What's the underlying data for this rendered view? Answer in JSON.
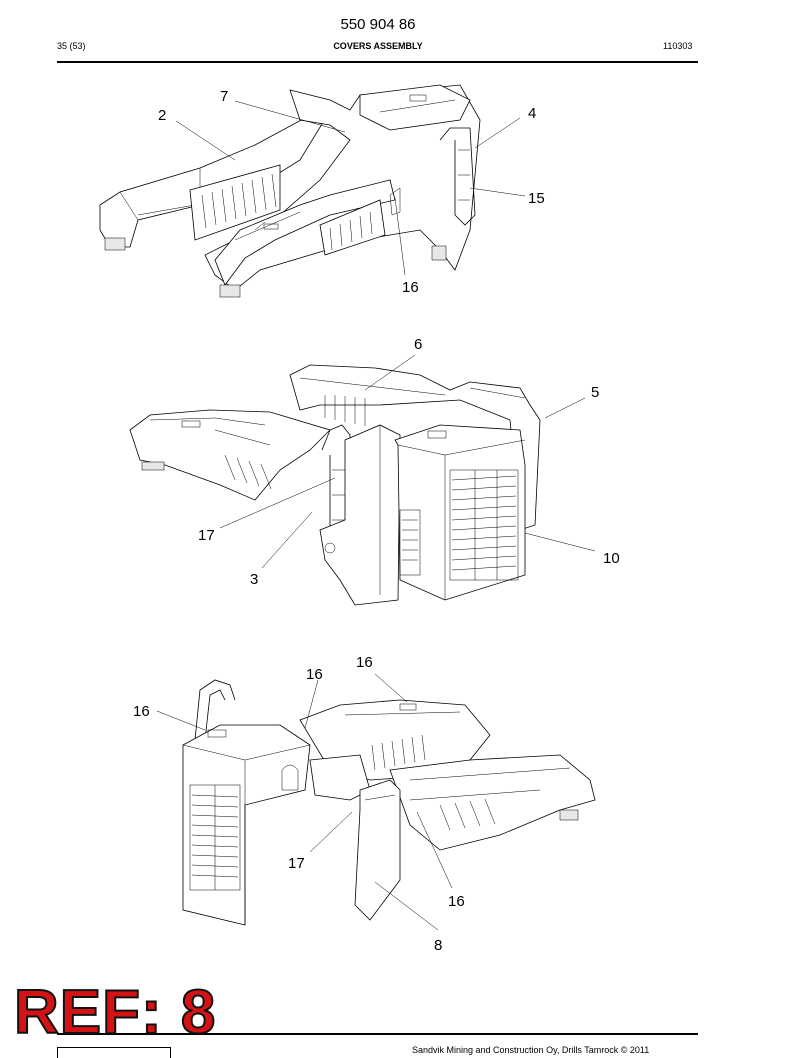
{
  "header": {
    "doc_number": "550 904 86",
    "page": "35 (53)",
    "title": "COVERS ASSEMBLY",
    "code": "110303"
  },
  "views": [
    {
      "name": "view-top",
      "callouts": [
        "7",
        "2",
        "4",
        "15",
        "16"
      ]
    },
    {
      "name": "view-middle",
      "callouts": [
        "6",
        "5",
        "17",
        "3",
        "10"
      ]
    },
    {
      "name": "view-bottom",
      "callouts": [
        "16",
        "16",
        "16",
        "17",
        "16",
        "8"
      ]
    }
  ],
  "stamp": "REF: 8",
  "footer": {
    "copyright": "Sandvik Mining and Construction Oy, Drills Tamrock © 2011"
  }
}
